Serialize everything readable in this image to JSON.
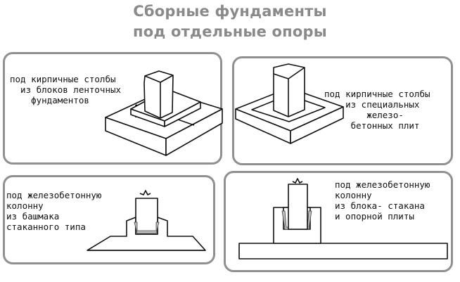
{
  "title": {
    "line1": "Сборные фундаменты",
    "line2": "под отдельные опоры"
  },
  "panels": [
    {
      "caption": "под кирпичные столбы\n  из блоков ленточных\n    фундаментов"
    },
    {
      "caption": "под кирпичные столбы\n    из специальных\n        железо-\n     бетонных плит"
    },
    {
      "caption": "под железобетонную\nколонну\nиз башмака\nстаканного типа"
    },
    {
      "caption": "под железобетонную\nколонну\nиз блока- стакана\nи опорной плиты"
    }
  ],
  "colors": {
    "title": "#8a8a8a",
    "border": "#909090",
    "ink": "#111111"
  }
}
